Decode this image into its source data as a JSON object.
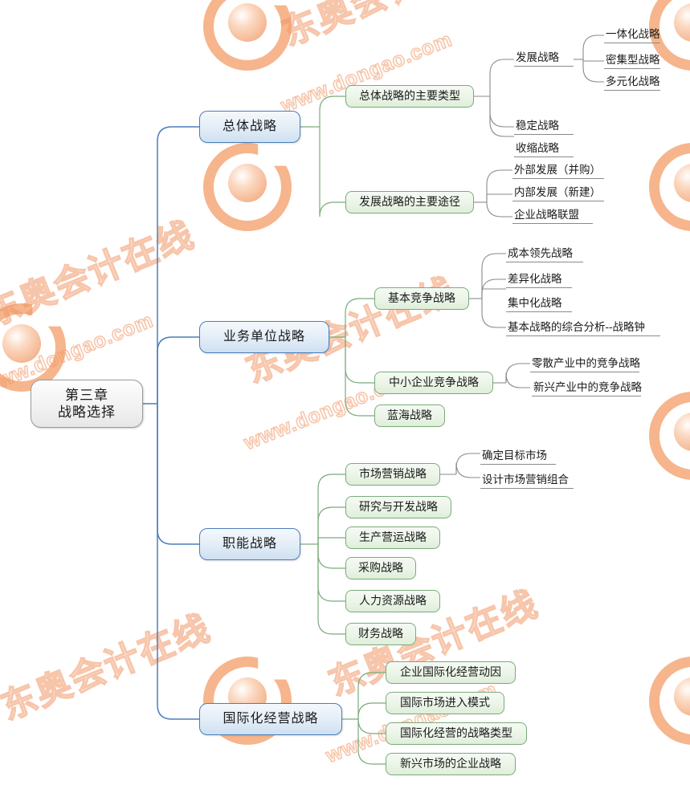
{
  "document": {
    "type": "mind-map",
    "title": "第三章 战略选择",
    "watermark": {
      "brand_cn": "东奥会计在线",
      "brand_url": "www.dongao.com",
      "logo_icon": "dongao-ring-logo",
      "color": "#f0a070"
    }
  },
  "colors": {
    "root_border": "#9a9a9a",
    "level1_border": "#4a7ebb",
    "level1_fill": "#e4eef8",
    "level2_border": "#7aab7a",
    "level2_fill": "#eaf4e6",
    "leaf_underline": "#8a8a8a",
    "link_blue": "#4a7ebb",
    "link_green": "#7aab7a",
    "link_gray": "#8a8a8a"
  },
  "root": {
    "line1": "第三章",
    "line2": "战略选择"
  },
  "branches": [
    {
      "id": "overall",
      "label": "总体战略",
      "children": [
        {
          "id": "overall-types",
          "label": "总体战略的主要类型",
          "children": [
            {
              "id": "dev-strategy",
              "label": "发展战略",
              "children": [
                {
                  "id": "integration",
                  "label": "一体化战略"
                },
                {
                  "id": "intensive",
                  "label": "密集型战略"
                },
                {
                  "id": "diversification",
                  "label": "多元化战略"
                }
              ]
            },
            {
              "id": "stable-strategy",
              "label": "稳定战略"
            },
            {
              "id": "retrench-strategy",
              "label": "收缩战略"
            }
          ]
        },
        {
          "id": "overall-paths",
          "label": "发展战略的主要途径",
          "children": [
            {
              "id": "external-dev",
              "label": "外部发展（并购）"
            },
            {
              "id": "internal-dev",
              "label": "内部发展（新建）"
            },
            {
              "id": "alliance",
              "label": "企业战略联盟"
            }
          ]
        }
      ]
    },
    {
      "id": "business-unit",
      "label": "业务单位战略",
      "children": [
        {
          "id": "basic-competition",
          "label": "基本竞争战略",
          "children": [
            {
              "id": "cost-leadership",
              "label": "成本领先战略"
            },
            {
              "id": "differentiation",
              "label": "差异化战略"
            },
            {
              "id": "focus",
              "label": "集中化战略"
            },
            {
              "id": "strategy-clock",
              "label": "基本战略的综合分析--战略钟"
            }
          ]
        },
        {
          "id": "sme-competition",
          "label": "中小企业竞争战略",
          "children": [
            {
              "id": "fragmented-industry",
              "label": "零散产业中的竞争战略"
            },
            {
              "id": "emerging-industry",
              "label": "新兴产业中的竞争战略"
            }
          ]
        },
        {
          "id": "blue-ocean",
          "label": "蓝海战略",
          "children": []
        }
      ]
    },
    {
      "id": "functional",
      "label": "职能战略",
      "children": [
        {
          "id": "marketing",
          "label": "市场营销战略",
          "children": [
            {
              "id": "target-market",
              "label": "确定目标市场"
            },
            {
              "id": "marketing-mix",
              "label": "设计市场营销组合"
            }
          ]
        },
        {
          "id": "rnd",
          "label": "研究与开发战略",
          "children": []
        },
        {
          "id": "production",
          "label": "生产营运战略",
          "children": []
        },
        {
          "id": "procurement",
          "label": "采购战略",
          "children": []
        },
        {
          "id": "hr",
          "label": "人力资源战略",
          "children": []
        },
        {
          "id": "finance",
          "label": "财务战略",
          "children": []
        }
      ]
    },
    {
      "id": "international",
      "label": "国际化经营战略",
      "children": [
        {
          "id": "intl-motives",
          "label": "企业国际化经营动因",
          "children": []
        },
        {
          "id": "intl-entry",
          "label": "国际市场进入模式",
          "children": []
        },
        {
          "id": "intl-types",
          "label": "国际化经营的战略类型",
          "children": []
        },
        {
          "id": "emerging-market",
          "label": "新兴市场的企业战略",
          "children": []
        }
      ]
    }
  ]
}
